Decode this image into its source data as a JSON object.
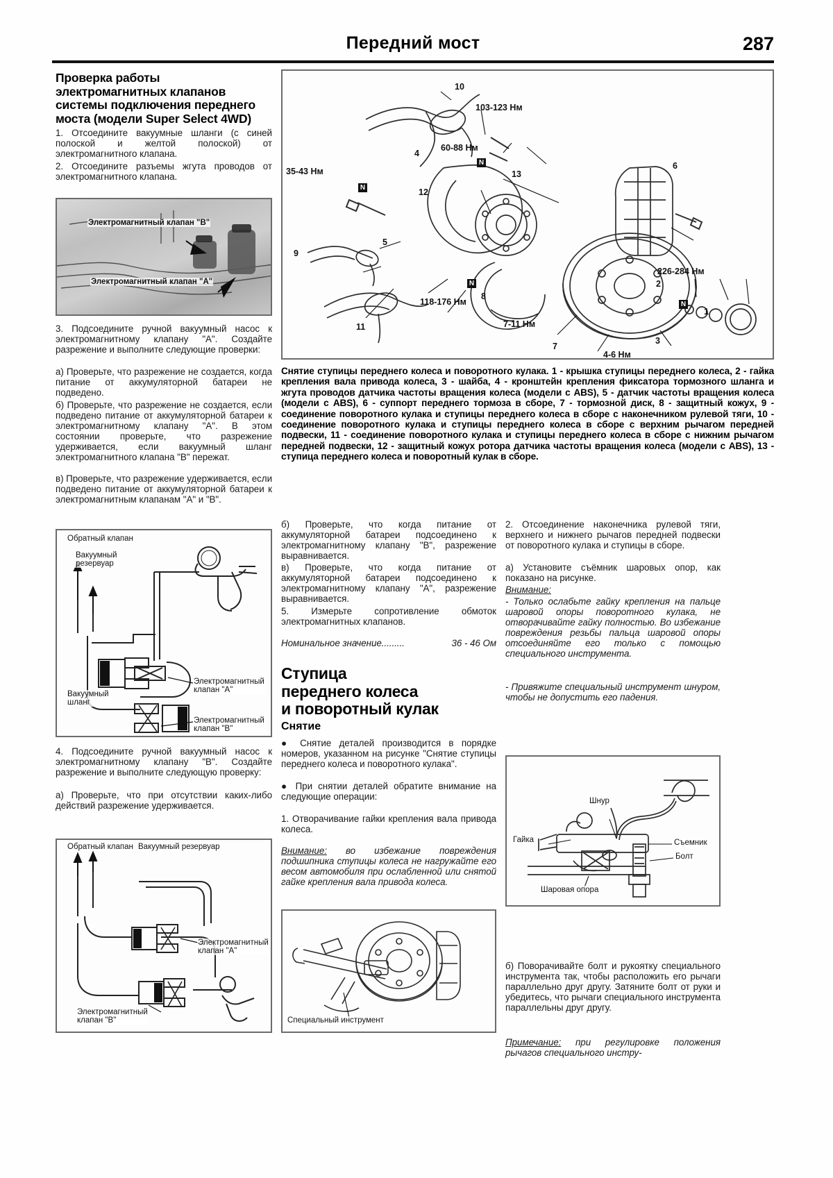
{
  "header": {
    "title": "Передний мост",
    "page_number": "287"
  },
  "left_column": {
    "section_title": "Проверка работы электромагнитных клапанов системы подключения переднего моста (модели Super Select 4WD)",
    "para1": "1. Отсоедините вакуумные шланги (с синей полоской и желтой полоской) от электромагнитного клапана.",
    "para2": "2. Отсоедините разъемы жгута проводов от электромагнитного клапана.",
    "fig1": {
      "name": "solenoid-valves-photo",
      "label_b": "Электромагнитный клапан \"B\"",
      "label_a": "Электромагнитный клапан \"A\""
    },
    "para3": "3. Подсоедините ручной вакуумный насос к электромагнитному клапану \"A\". Создайте разрежение и выполните следующие проверки:",
    "para3a": "а) Проверьте, что разрежение не создается, когда питание от аккумуляторной батареи не подведено.",
    "para3b": "б) Проверьте, что разрежение не создается, если подведено питание от аккумуляторной батареи к электромагнитному клапану \"A\". В этом состоянии проверьте, что разрежение удерживается, если вакуумный шланг электромагнитного клапана \"B\" пережат.",
    "para3v": "в) Проверьте, что разрежение удерживается, если подведено питание от аккумуляторной батареи к электромагнитным клапанам \"A\" и \"B\".",
    "fig2": {
      "name": "vacuum-circuit-diagram-a",
      "label_check_valve": "Обратный клапан",
      "label_reservoir": "Вакуумный\nрезервуар",
      "label_valve_a": "Электромагнитный\nклапан \"A\"",
      "label_hose": "Вакуумный\nшланг",
      "label_valve_b": "Электромагнитный\nклапан \"B\""
    },
    "para4": "4. Подсоедините ручной вакуумный насос к электромагнитному клапану \"B\". Создайте разрежение и выполните следующую проверку:",
    "para4a": "а) Проверьте, что при отсутствии каких-либо действий разрежение удерживается.",
    "fig3": {
      "name": "vacuum-circuit-diagram-b",
      "label_check_valve": "Обратный клапан",
      "label_reservoir": "Вакуумный резервуар",
      "label_valve_a": "Электромагнитный\nклапан \"A\"",
      "label_valve_b": "Электромагнитный\nклапан \"B\""
    }
  },
  "main_figure": {
    "name": "front-hub-knuckle-exploded-view",
    "numbers": [
      "1",
      "2",
      "3",
      "4",
      "5",
      "6",
      "7",
      "8",
      "9",
      "10",
      "11",
      "12",
      "13"
    ],
    "torques": [
      "103-123 Нм",
      "60-88 Нм",
      "35-43 Нм",
      "226-284 Нм",
      "118-176 Нм",
      "7-11 Нм",
      "4-6 Нм"
    ],
    "new_part_marks": [
      "N",
      "N",
      "N",
      "N"
    ]
  },
  "main_caption": "Снятие ступицы переднего колеса и поворотного кулака. 1 - крышка ступицы переднего колеса, 2 - гайка крепления вала привода колеса, 3 - шайба, 4 - кронштейн крепления фиксатора тормозного шланга и жгута проводов датчика частоты вращения колеса (модели с ABS), 5 - датчик частоты вращения колеса (модели с ABS), 6 - суппорт переднего тормоза в сборе, 7 - тормозной диск, 8 - защитный кожух, 9 - соединение поворотного кулака и ступицы переднего колеса в сборе с наконечником рулевой тяги, 10 - соединение поворотного кулака и ступицы переднего колеса в сборе с верхним рычагом передней подвески, 11 - соединение поворотного кулака и ступицы переднего колеса в сборе с нижним рычагом передней подвески, 12 - защитный кожух ротора датчика частоты вращения колеса (модели с ABS), 13 - ступица переднего колеса и поворотный кулак в сборе.",
  "middle_column": {
    "para_b": "б) Проверьте, что когда питание от аккумуляторной батареи подсоединено к электромагнитному клапану \"B\", разрежение выравнивается.",
    "para_v": "в) Проверьте, что когда питание от аккумуляторной батареи подсоединено к электромагнитному клапану \"A\", разрежение выравнивается.",
    "para5": "5. Измерьте сопротивление обмоток электромагнитных клапанов.",
    "nominal_label": "Номинальное значение.........",
    "nominal_value": "36 - 46 Ом",
    "section_title": "Ступица\nпереднего колеса\nи поворотный кулак",
    "subtitle": "Снятие",
    "bullet1": "● Снятие деталей производится в порядке номеров, указанном на рисунке \"Снятие ступицы переднего колеса и поворотного кулака\".",
    "bullet2": "● При снятии деталей обратите внимание на следующие операции:",
    "step1": "1. Отворачивание гайки крепления вала привода колеса.",
    "warning1_head": "Внимание:",
    "warning1_body": " во избежание повреждения подшипника ступицы колеса не нагружайте его весом автомобиля при ослабленной или снятой гайке крепления вала привода колеса.",
    "fig4": {
      "name": "special-tool-hub-figure",
      "label_tool": "Специальный инструмент"
    }
  },
  "right_column": {
    "step2": "2. Отсоединение наконечника рулевой тяги, верхнего и нижнего рычагов передней подвески от поворотного кулака и ступицы в сборе.",
    "step2a": "а) Установите съёмник шаровых опор, как показано на рисунке.",
    "warning_head": "Внимание:",
    "warning_b1": "- Только ослабьте гайку крепления на пальце шаровой опоры поворотного кулака, не отворачивайте гайку полностью. Во избежание повреждения резьбы пальца шаровой опоры отсоединяйте его только с помощью специального инструмента.",
    "warning_b2": "- Привяжите специальный инструмент шнуром, чтобы не допустить его падения.",
    "fig5": {
      "name": "ball-joint-puller-figure",
      "label_cord": "Шнур",
      "label_nut": "Гайка",
      "label_puller": "Съемник",
      "label_ball_joint": "Шаровая опора",
      "label_bolt": "Болт"
    },
    "step2b": "б) Поворачивайте болт и рукоятку специального инструмента так, чтобы расположить его рычаги параллельно друг другу. Затяните болт от руки и убедитесь, что рычаги специального инструмента параллельны друг другу.",
    "note_head": "Примечание:",
    "note_body": " при регулировке положения рычагов специального инстру-"
  },
  "colors": {
    "rule": "#111111",
    "frame": "#6b6b6b",
    "text": "#1a1a1a"
  }
}
